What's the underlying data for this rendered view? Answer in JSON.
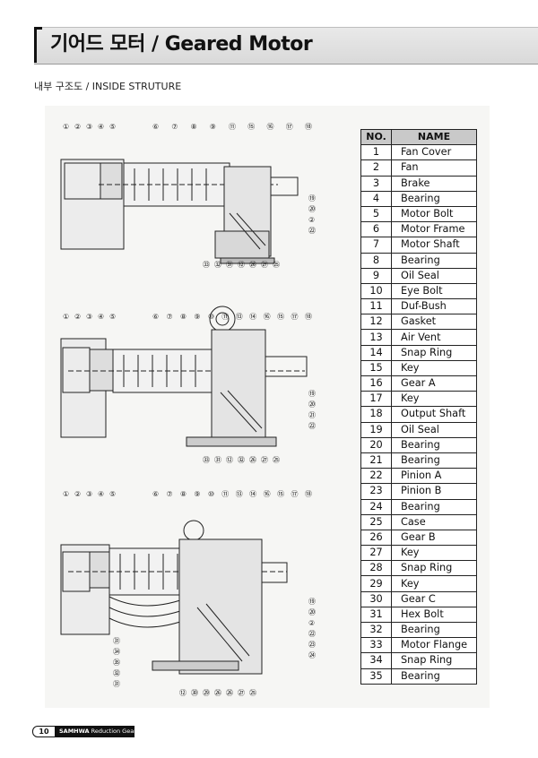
{
  "header": {
    "title": "기어드 모터 / Geared Motor",
    "subtitle": "내부 구조도 / INSIDE STRUTURE"
  },
  "parts_table": {
    "col_no": "NO.",
    "col_name": "NAME",
    "rows": [
      {
        "no": "1",
        "name": "Fan Cover"
      },
      {
        "no": "2",
        "name": "Fan"
      },
      {
        "no": "3",
        "name": "Brake"
      },
      {
        "no": "4",
        "name": "Bearing"
      },
      {
        "no": "5",
        "name": "Motor Bolt"
      },
      {
        "no": "6",
        "name": "Motor Frame"
      },
      {
        "no": "7",
        "name": "Motor Shaft"
      },
      {
        "no": "8",
        "name": "Bearing"
      },
      {
        "no": "9",
        "name": "Oil Seal"
      },
      {
        "no": "10",
        "name": "Eye Bolt"
      },
      {
        "no": "11",
        "name": "Duf-Bush"
      },
      {
        "no": "12",
        "name": "Gasket"
      },
      {
        "no": "13",
        "name": "Air Vent"
      },
      {
        "no": "14",
        "name": "Snap Ring"
      },
      {
        "no": "15",
        "name": "Key"
      },
      {
        "no": "16",
        "name": "Gear A"
      },
      {
        "no": "17",
        "name": "Key"
      },
      {
        "no": "18",
        "name": "Output Shaft"
      },
      {
        "no": "19",
        "name": "Oil Seal"
      },
      {
        "no": "20",
        "name": "Bearing"
      },
      {
        "no": "21",
        "name": "Bearing"
      },
      {
        "no": "22",
        "name": "Pinion A"
      },
      {
        "no": "23",
        "name": "Pinion B"
      },
      {
        "no": "24",
        "name": "Bearing"
      },
      {
        "no": "25",
        "name": "Case"
      },
      {
        "no": "26",
        "name": "Gear B"
      },
      {
        "no": "27",
        "name": "Key"
      },
      {
        "no": "28",
        "name": "Snap Ring"
      },
      {
        "no": "29",
        "name": "Key"
      },
      {
        "no": "30",
        "name": "Gear C"
      },
      {
        "no": "31",
        "name": "Hex Bolt"
      },
      {
        "no": "32",
        "name": "Bearing"
      },
      {
        "no": "33",
        "name": "Motor Flange"
      },
      {
        "no": "34",
        "name": "Snap Ring"
      },
      {
        "no": "35",
        "name": "Bearing"
      }
    ]
  },
  "drawings": [
    {
      "top_callouts": [
        "①",
        "②",
        "③",
        "④",
        "⑤",
        "⑥",
        "⑦",
        "⑧",
        "⑨",
        "⑪",
        "⑮",
        "⑯",
        "⑰",
        "⑱"
      ],
      "right_callouts": [
        "⑲",
        "⑳",
        "②",
        "㉒"
      ],
      "bottom_callouts": [
        "㉝",
        "㉜",
        "㉛",
        "⑫",
        "㉖",
        "㉗",
        "㉕"
      ]
    },
    {
      "top_callouts": [
        "①",
        "②",
        "③",
        "④",
        "⑤",
        "⑥",
        "⑦",
        "⑧",
        "⑨",
        "⑩",
        "⑪",
        "⑬",
        "⑭",
        "⑯",
        "⑮",
        "⑰",
        "⑱"
      ],
      "right_callouts": [
        "⑲",
        "⑳",
        "㉑",
        "㉒"
      ],
      "bottom_callouts": [
        "㉝",
        "㉛",
        "⑫",
        "㉜",
        "㉖",
        "㉗",
        "㉕"
      ]
    },
    {
      "top_callouts": [
        "①",
        "②",
        "③",
        "④",
        "⑤",
        "⑥",
        "⑦",
        "⑧",
        "⑨",
        "⑩",
        "⑪",
        "⑬",
        "⑭",
        "⑯",
        "⑮",
        "⑰",
        "⑱"
      ],
      "right_callouts": [
        "⑲",
        "⑳",
        "②",
        "㉒",
        "㉓",
        "㉔"
      ],
      "left_callouts": [
        "㉛",
        "㉞",
        "㉟",
        "㉜",
        "㉛"
      ],
      "bottom_callouts": [
        "⑫",
        "㉚",
        "㉙",
        "㉖",
        "㉖",
        "㉗",
        "㉕"
      ]
    }
  ],
  "footer": {
    "page": "10",
    "brand": "SAMHWA",
    "brand_suffix": "Reduction Gear"
  }
}
